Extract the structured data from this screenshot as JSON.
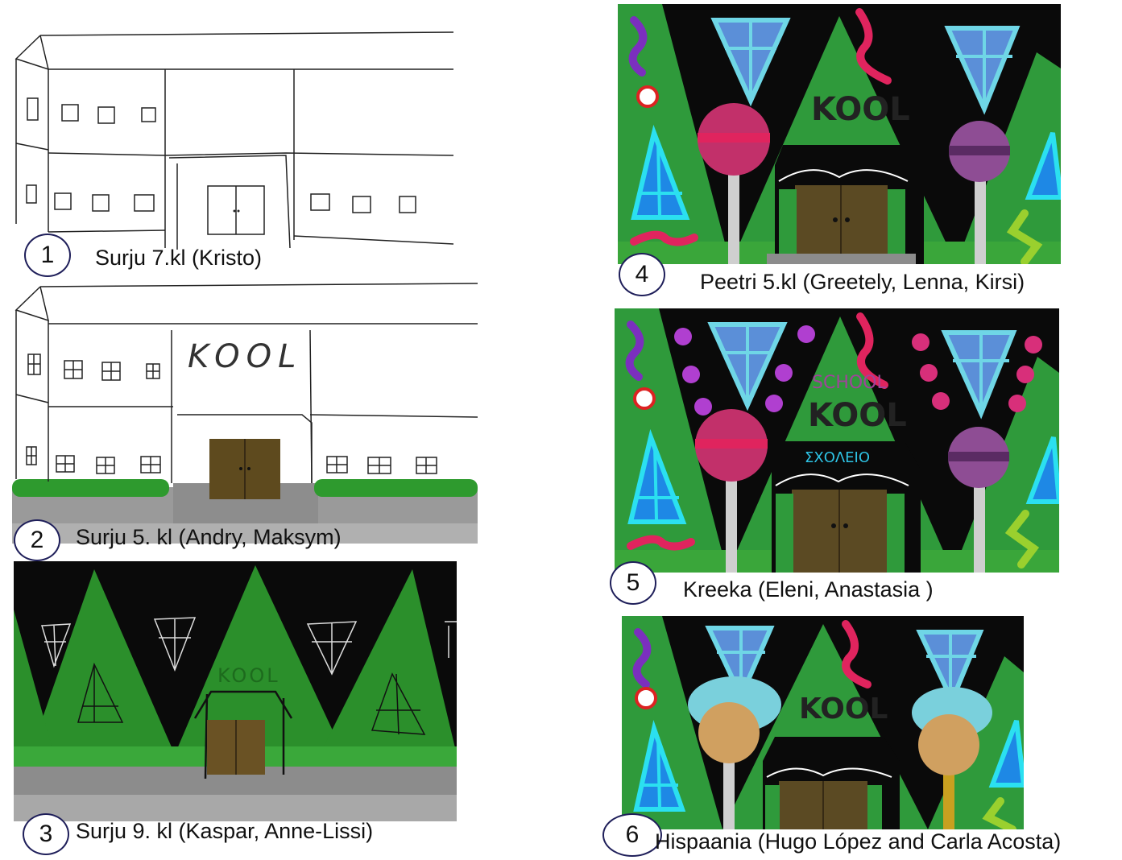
{
  "drawings": [
    {
      "number": "1",
      "caption": "Surju 7.kl (Kristo)"
    },
    {
      "number": "2",
      "caption": "Surju 5. kl (Andry, Maksym)",
      "sign": "KOOL"
    },
    {
      "number": "3",
      "caption": "Surju 9. kl (Kaspar, Anne-Lissi)",
      "sign": "KOOL"
    },
    {
      "number": "4",
      "caption": "Peetri 5.kl (Greetely, Lenna, Kirsi)",
      "sign": "KOOL"
    },
    {
      "number": "5",
      "caption": "Kreeka (Eleni, Anastasia )",
      "sign": "KOOL",
      "sign_top": "SCHOOL",
      "sign_greek": "ΣΧΟΛΕΙΟ"
    },
    {
      "number": "6",
      "caption": "Hispaania (Hugo López and Carla Acosta)",
      "sign": "KOOL"
    }
  ]
}
